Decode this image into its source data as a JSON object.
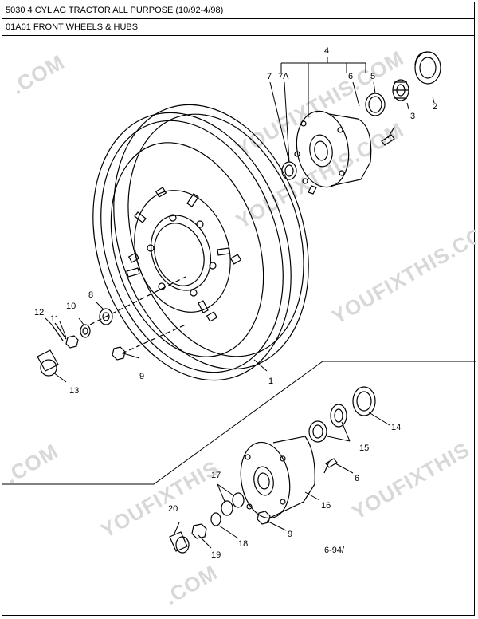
{
  "header": {
    "model_title": "5030 4 CYL AG TRACTOR ALL PURPOSE (10/92-4/98)",
    "section_title": "01A01 FRONT WHEELS & HUBS"
  },
  "diagram": {
    "callouts": {
      "c1": "1",
      "c2": "2",
      "c3": "3",
      "c4": "4",
      "c5": "5",
      "c6a": "6",
      "c6b": "6",
      "c7": "7",
      "c7a": "7A",
      "c8": "8",
      "c9a": "9",
      "c9b": "9",
      "c10": "10",
      "c11": "11",
      "c12": "12",
      "c13": "13",
      "c14": "14",
      "c15": "15",
      "c16": "16",
      "c17": "17",
      "c18": "18",
      "c19": "19",
      "c20": "20"
    },
    "drawing_code": "6-94/",
    "watermarks": {
      "w1": ".COM",
      "w2": "YOUFIXTHIS.COM",
      "w3": "YOUFIXTHIS.COM",
      "w4": "YOUFIXTHIS",
      "w5": ".COM",
      "w6": "YOUFIXTHIS",
      "w7": ".COM",
      "w8": "YOUFIXTHIS.COM"
    }
  }
}
